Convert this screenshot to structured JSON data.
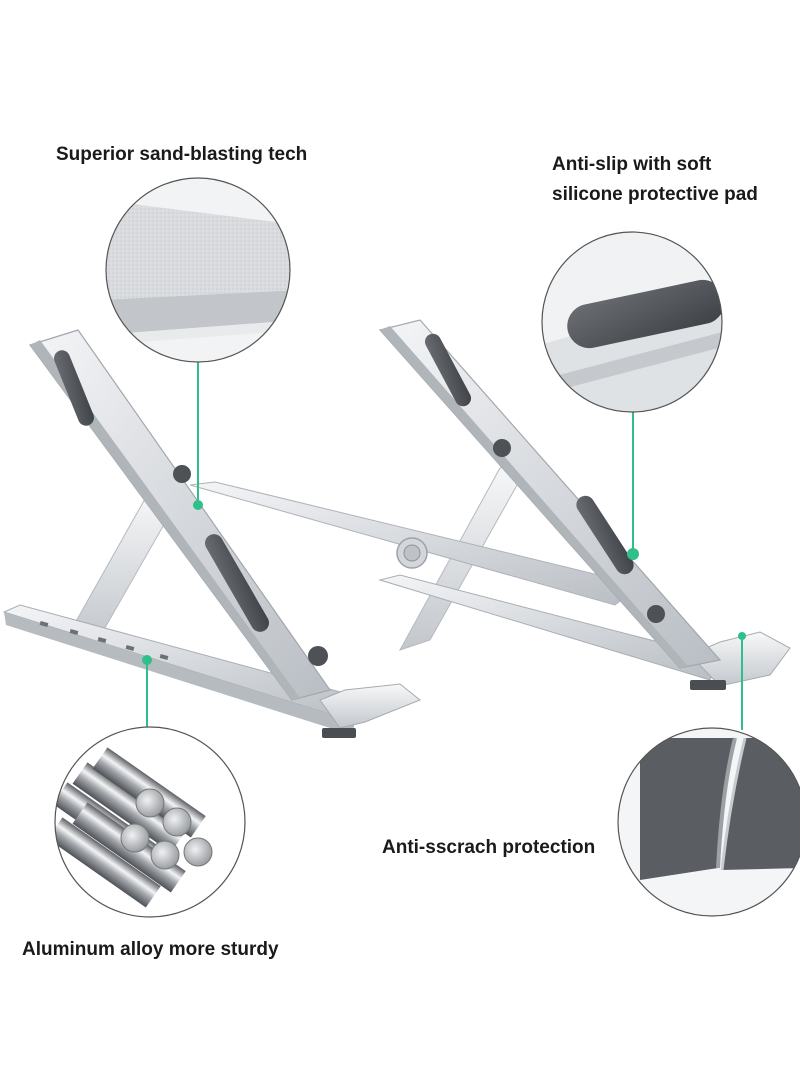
{
  "captions": {
    "sand_blasting": "Superior sand-blasting tech",
    "anti_slip_line1": "Anti-slip with soft",
    "anti_slip_line2": "silicone protective pad",
    "alloy": "Aluminum alloy more sturdy",
    "anti_scratch": "Anti-sscrach protection"
  },
  "colors": {
    "callout_line": "#2fbf8a",
    "aluminum_light": "#eceef0",
    "aluminum_mid": "#c9cdd2",
    "aluminum_dark": "#9aa0a6",
    "silicone_pad": "#4a4d52"
  },
  "icons": [
    "laptop-stand-illustration",
    "sand-blasted-surface-zoom",
    "silicone-pad-zoom",
    "aluminum-rods-zoom",
    "anti-scratch-foot-zoom"
  ]
}
